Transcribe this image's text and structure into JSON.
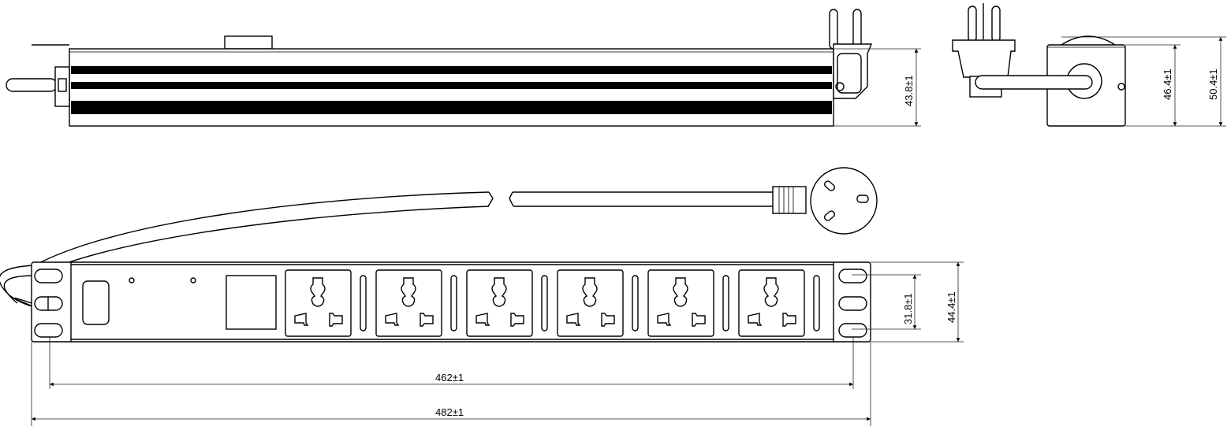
{
  "title": "PDU dimension drawing",
  "dimensions": {
    "top_view_height": "43.8±1",
    "side_view_body_height": "46.4±1",
    "side_view_total_height": "50.4±1",
    "outlet_area_height": "31.8±1",
    "front_panel_height": "44.4±1",
    "mounting_hole_spacing": "462±1",
    "overall_width": "482±1"
  },
  "front_panel": {
    "outlet_count": 6,
    "outlet_type": "universal"
  },
  "colors": {
    "line": "#000000",
    "background": "#ffffff"
  }
}
